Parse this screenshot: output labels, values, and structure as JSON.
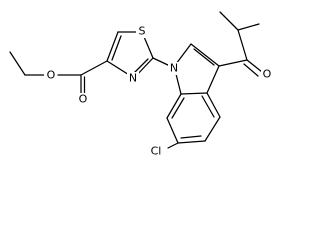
{
  "structure": {
    "atom_labels": {
      "O_carbonyl_ester": "O",
      "O_ether_ester": "O",
      "S_thiazole": "S",
      "N_thiazole": "N",
      "N_indole": "N",
      "O_ketone": "O",
      "Cl": "Cl"
    }
  }
}
